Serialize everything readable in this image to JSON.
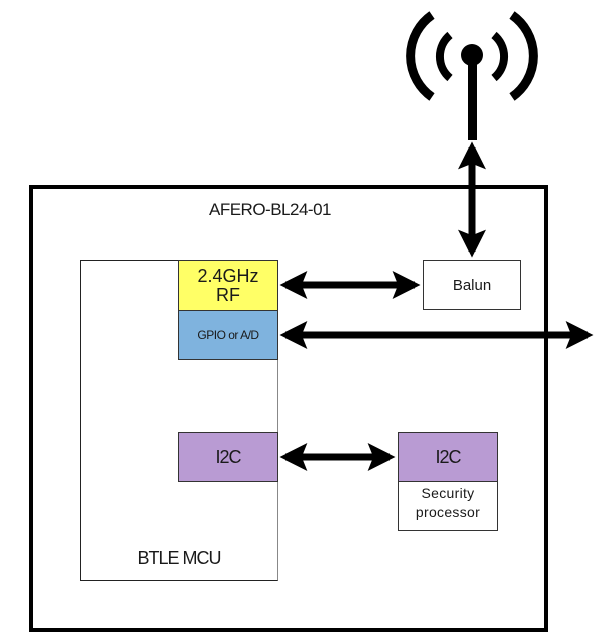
{
  "diagram": {
    "module_title": "AFERO-BL24-01",
    "mcu_label": "BTLE MCU",
    "rf_block": {
      "line1": "2.4GHz",
      "line2": "RF",
      "color": "#ffff66"
    },
    "gpio_block": {
      "label": "GPIO or A/D",
      "color": "#7fb3de"
    },
    "mcu_i2c_block": {
      "label": "I2C",
      "color": "#b99bd3"
    },
    "balun_block": {
      "label": "Balun"
    },
    "security_block": {
      "i2c_label": "I2C",
      "line1": "Security",
      "line2": "processor",
      "color": "#b99bd3"
    },
    "antenna": {
      "icon": "antenna-icon"
    },
    "connections": [
      {
        "from": "antenna",
        "to": "balun",
        "type": "bidirectional"
      },
      {
        "from": "rf",
        "to": "balun",
        "type": "bidirectional"
      },
      {
        "from": "gpio",
        "to": "external",
        "type": "bidirectional"
      },
      {
        "from": "mcu_i2c",
        "to": "security_i2c",
        "type": "bidirectional"
      }
    ]
  }
}
